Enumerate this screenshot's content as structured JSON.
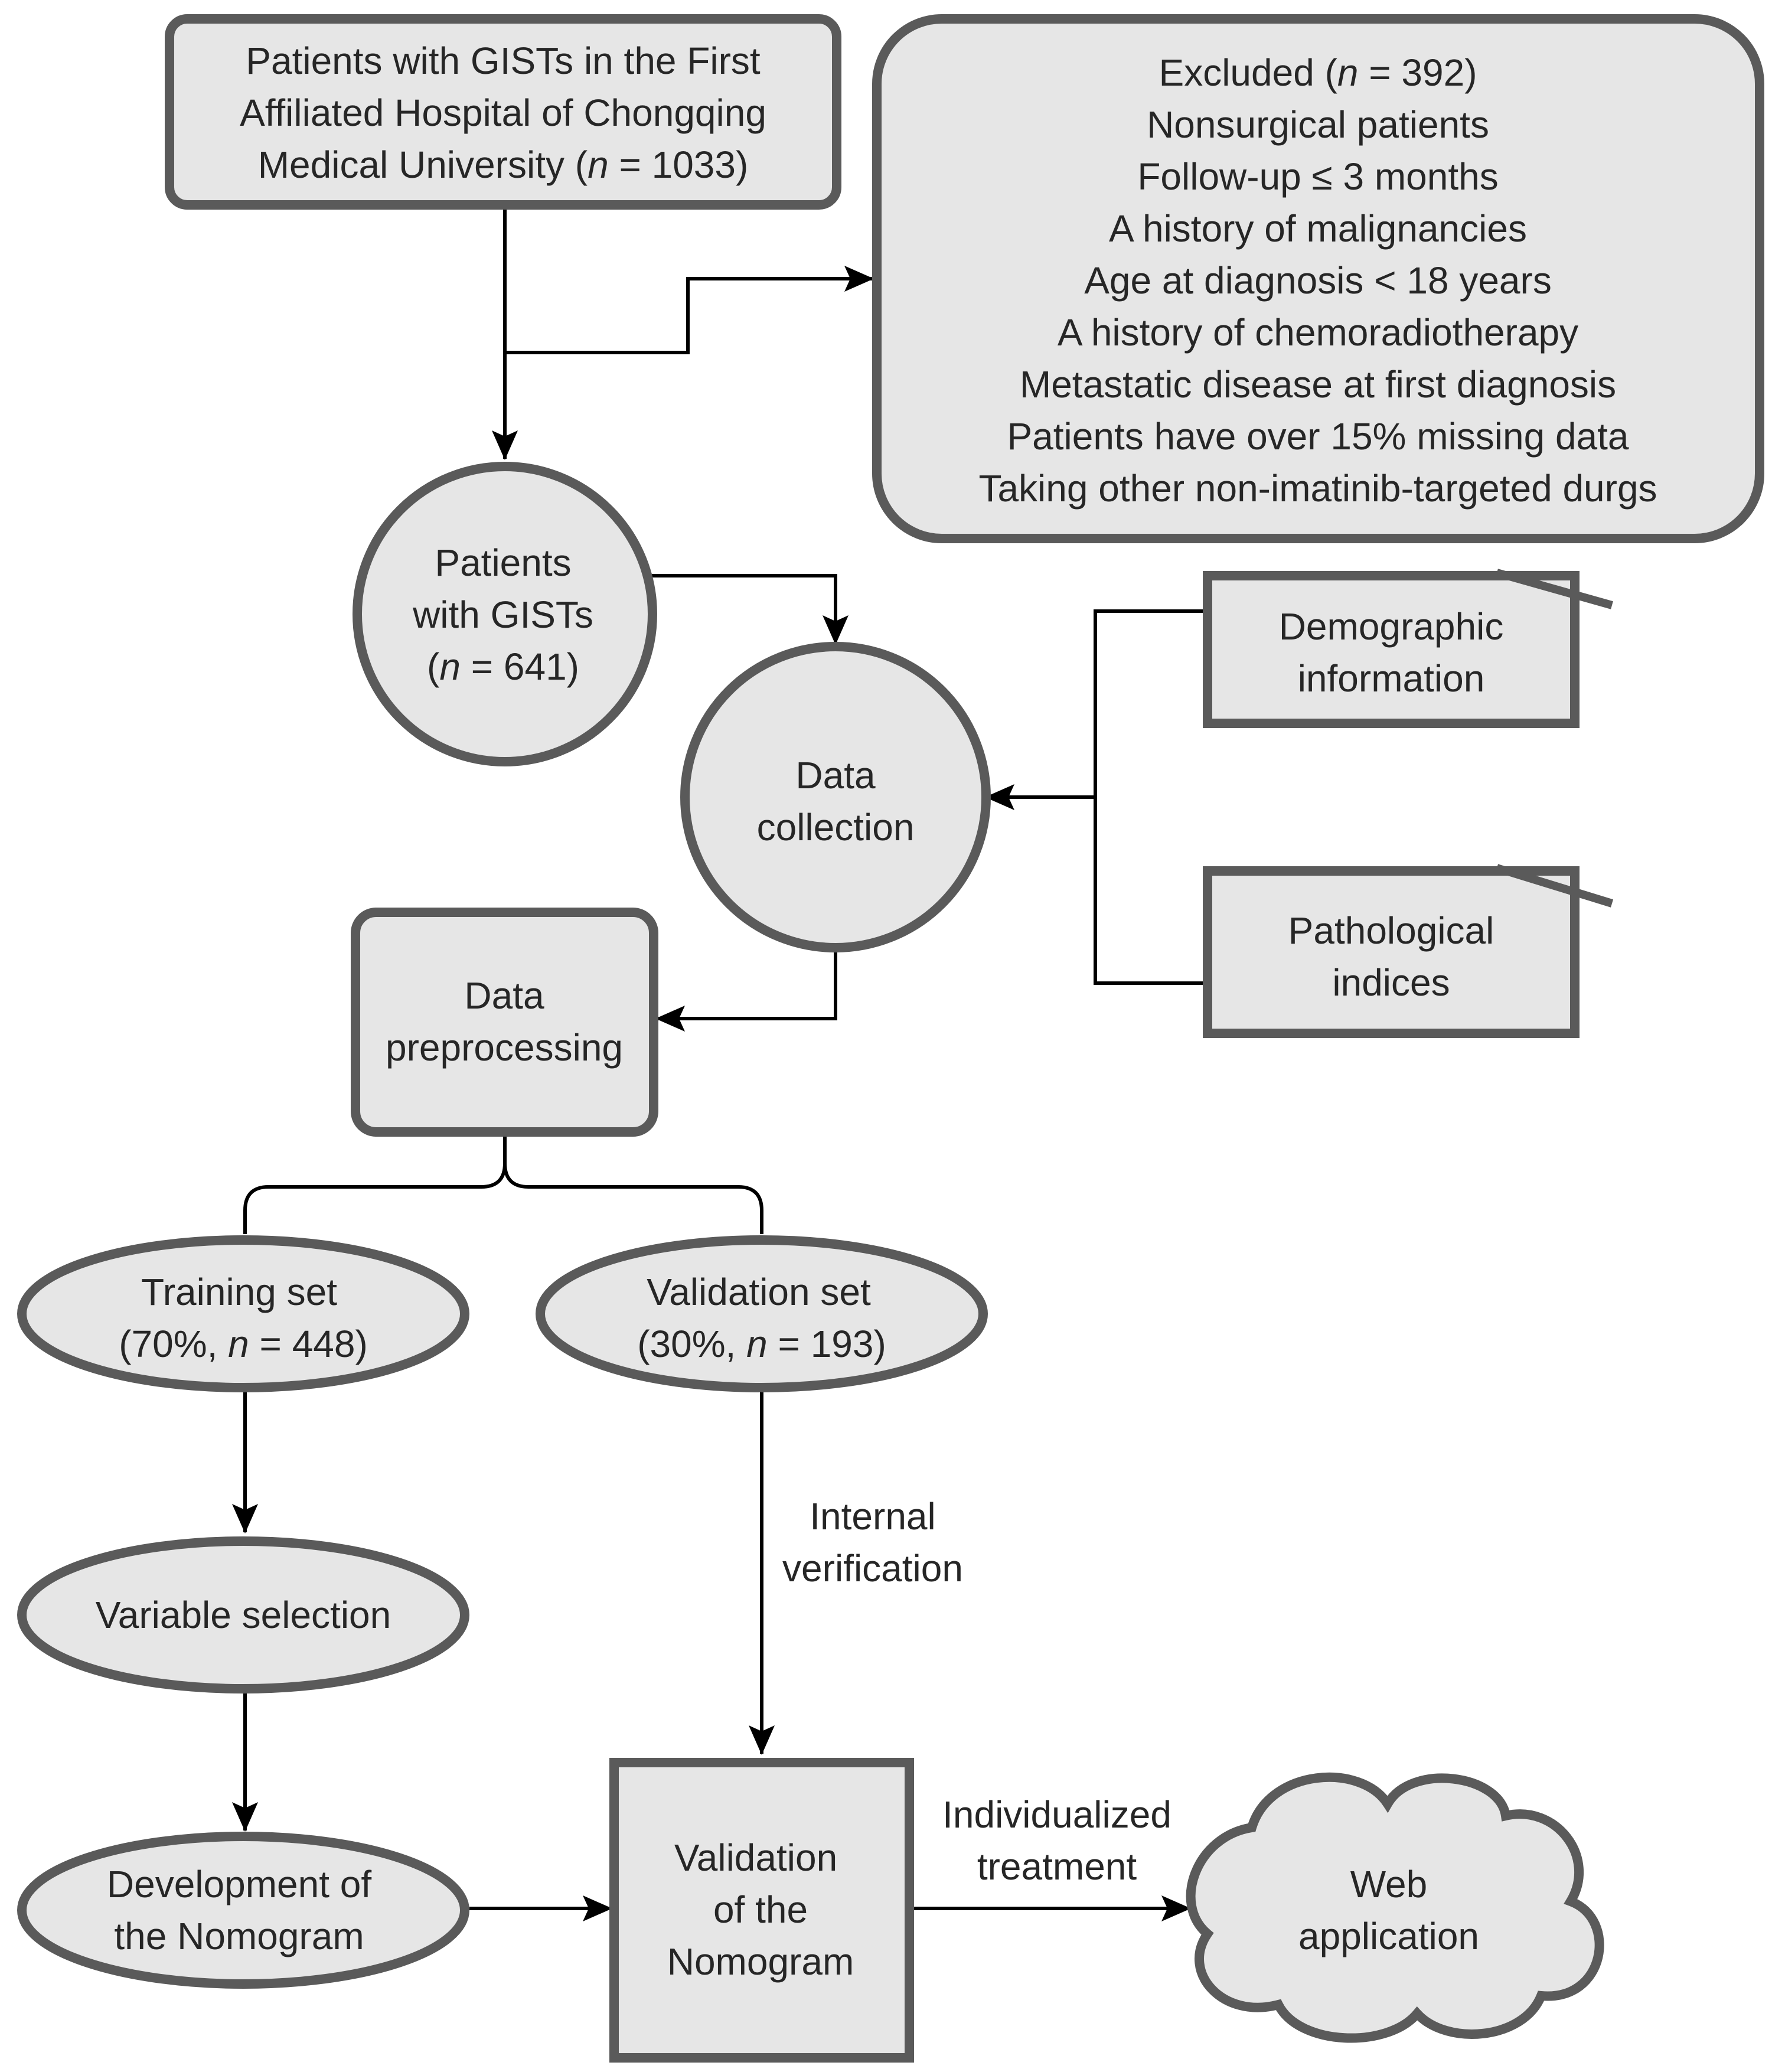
{
  "colors": {
    "node_fill": "#e6e6e6",
    "node_stroke": "#5a5a5a",
    "edge": "#000000",
    "text": "#262626"
  },
  "nodes": {
    "source": {
      "lines": [
        "Patients with GISTs in the First",
        "Affiliated Hospital of Chongqing"
      ],
      "line3_prefix": "Medical University (",
      "n_symbol": "n",
      "line3_suffix": " = 1033)"
    },
    "excluded": {
      "title_prefix": "Excluded (",
      "n_symbol": "n",
      "title_suffix": " = 392)",
      "criteria": [
        "Nonsurgical patients",
        "Follow-up ≤ 3 months",
        "A history of malignancies",
        "Age at diagnosis < 18 years",
        "A history of chemoradiotherapy",
        "Metastatic disease at first diagnosis",
        "Patients have over 15% missing data",
        "Taking other non-imatinib-targeted durgs"
      ]
    },
    "patients": {
      "line1": "Patients",
      "line2": "with GISTs",
      "line3_prefix": "(",
      "n_symbol": "n",
      "line3_suffix": " = 641)"
    },
    "data_collection": {
      "line1": "Data",
      "line2": "collection"
    },
    "demographic": {
      "line1": "Demographic",
      "line2": "information"
    },
    "pathological": {
      "line1": "Pathological",
      "line2": "indices"
    },
    "preprocessing": {
      "line1": "Data",
      "line2": "preprocessing"
    },
    "training": {
      "line1": "Training set",
      "line2_prefix": "(70%, ",
      "n_symbol": "n",
      "line2_suffix": " = 448)"
    },
    "validation_set": {
      "line1": "Validation set",
      "line2_prefix": "(30%, ",
      "n_symbol": "n",
      "line2_suffix": " = 193)"
    },
    "variable_selection": {
      "line1": "Variable selection"
    },
    "development": {
      "line1": "Development of",
      "line2": "the Nomogram"
    },
    "validation_nomogram": {
      "line1": "Validation",
      "line2": "of the",
      "line3": "Nomogram"
    },
    "web_app": {
      "line1": "Web",
      "line2": "application"
    }
  },
  "edge_labels": {
    "internal": {
      "line1": "Internal",
      "line2": "verification"
    },
    "individualized": {
      "line1": "Individualized",
      "line2": "treatment"
    }
  }
}
